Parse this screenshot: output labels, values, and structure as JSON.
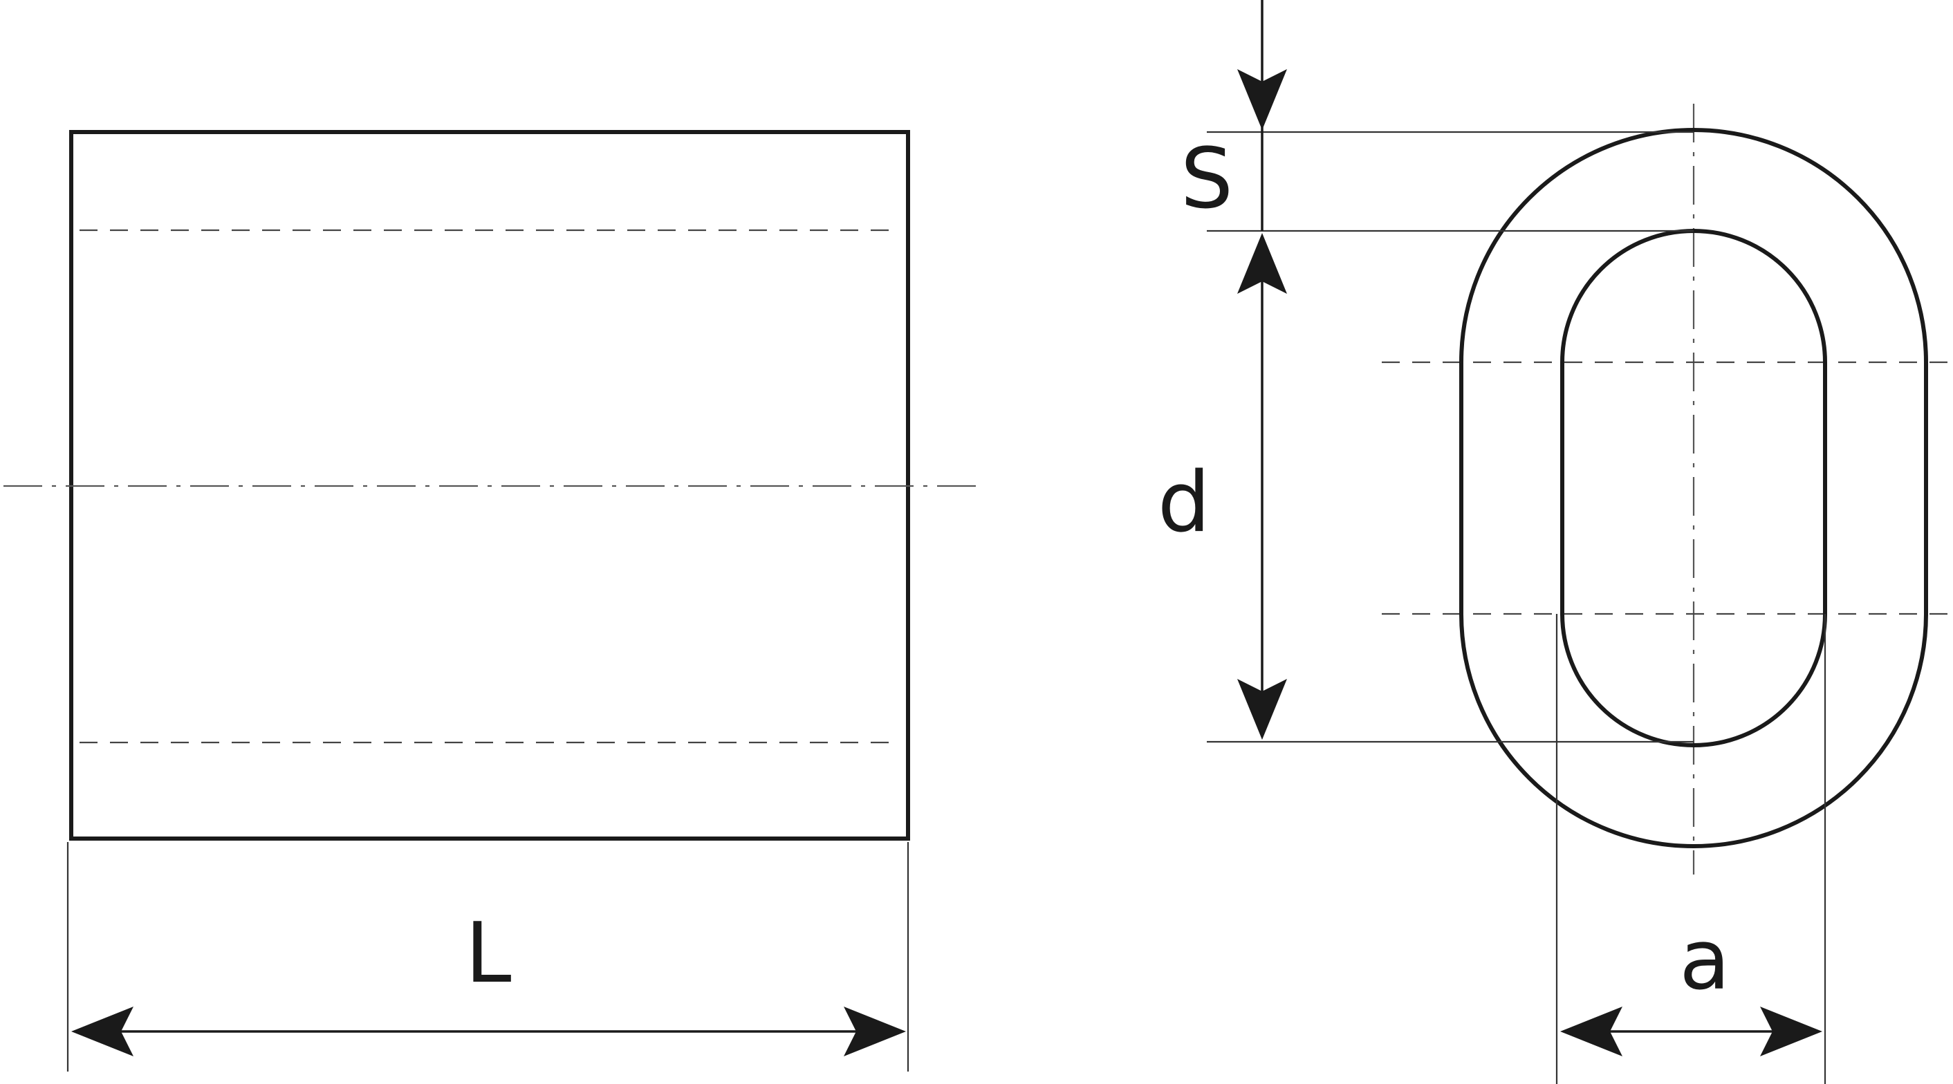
{
  "dimensions": {
    "length": "L",
    "wall_thickness": "S",
    "inner_height": "d",
    "inner_width": "a"
  },
  "colors": {
    "ink": "#1a1a1a",
    "background": "#ffffff"
  }
}
